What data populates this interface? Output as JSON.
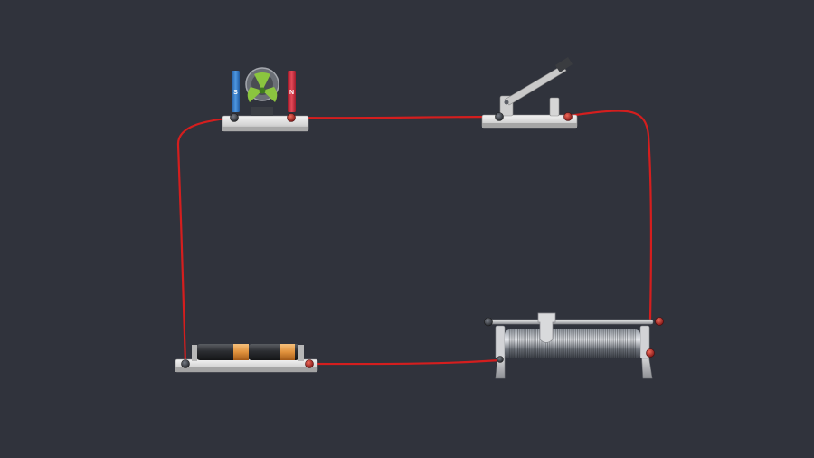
{
  "workspace": {
    "background_color": "#30333c"
  },
  "wire": {
    "color": "#d41e1e"
  },
  "motor": {
    "magnet_left_label": "S",
    "magnet_right_label": "N",
    "magnet_left_color": "#2f78c8",
    "magnet_right_color": "#d2283a",
    "rotor_color": "#8bc53f",
    "icon": "dc-motor-icon"
  },
  "knife_switch": {
    "icon": "knife-switch-icon",
    "state": "open"
  },
  "battery_holder": {
    "icon": "battery-icon",
    "cell_count": 2,
    "band_color": "#e0913c"
  },
  "rheostat": {
    "icon": "rheostat-icon",
    "terminal_color": "#d6283c"
  }
}
